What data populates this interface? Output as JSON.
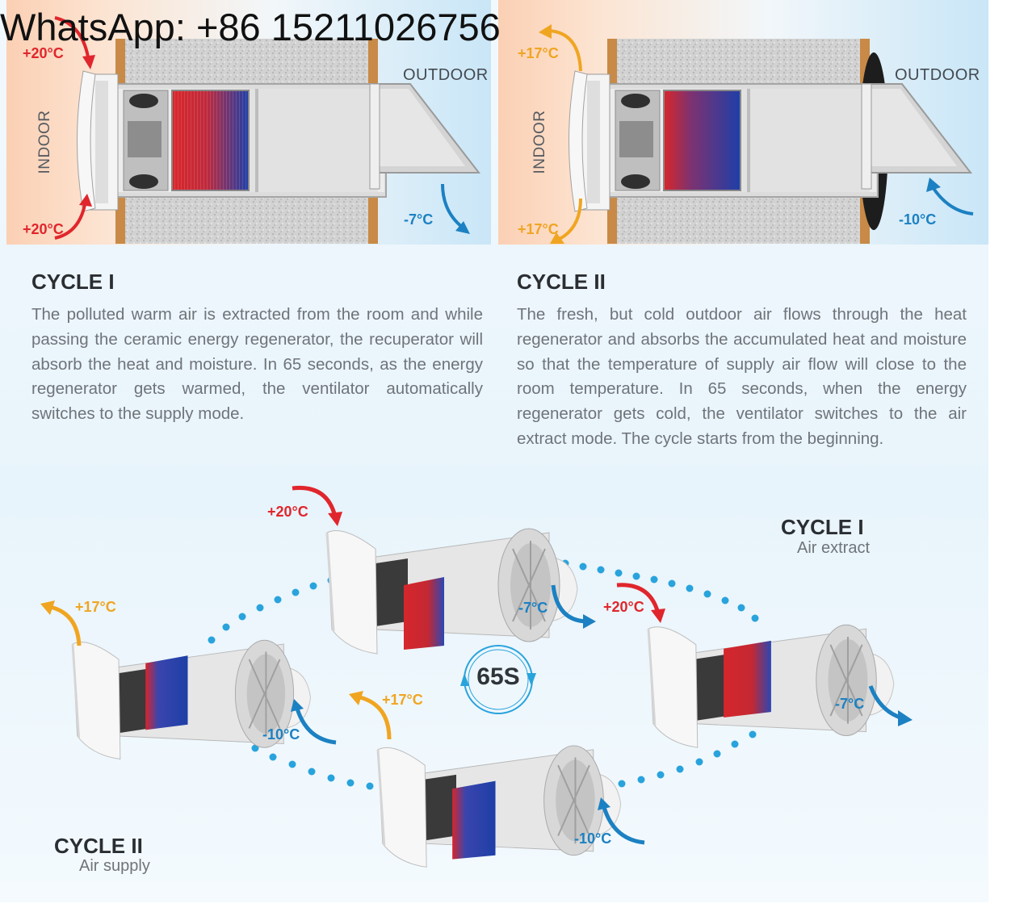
{
  "watermark": "WhatsApp: +86 15211026756",
  "cycle1": {
    "title": "CYCLE I",
    "indoor": "INDOOR",
    "outdoor": "OUTDOOR",
    "temp_in_top": "+20°C",
    "temp_in_bottom": "+20°C",
    "temp_out": "-7°C",
    "description": "The polluted warm air is extracted from the room and while passing the ceramic energy regenerator, the recuperator will absorb the heat and moisture. In 65 seconds, as the energy regenerator gets warmed, the ventilator automatically switches to the supply mode."
  },
  "cycle2": {
    "title": "CYCLE II",
    "indoor": "INDOOR",
    "outdoor": "OUTDOOR",
    "temp_in_top": "+17°C",
    "temp_in_bottom": "+17°C",
    "temp_out": "-10°C",
    "description": "The fresh, but cold outdoor air flows through the heat regenerator and absorbs the accumulated heat and moisture so that the temperature of supply air flow will close to the room temperature. In 65 seconds, when the energy regenerator gets cold, the ventilator switches to the air extract mode. The cycle starts from the beginning."
  },
  "loop": {
    "timer": "65S",
    "extract_title": "CYCLE I",
    "extract_sub": "Air extract",
    "supply_title": "CYCLE II",
    "supply_sub": "Air supply",
    "unit_top": {
      "temp_in": "+20°C",
      "temp_out": "-7°C"
    },
    "unit_right": {
      "temp_in": "+20°C",
      "temp_out": "-7°C"
    },
    "unit_left": {
      "temp_in": "+17°C",
      "temp_out": "-10°C"
    },
    "unit_bottom": {
      "temp_in": "+17°C",
      "temp_out": "-10°C"
    }
  },
  "colors": {
    "warm": "#e0262c",
    "supply": "#f0a521",
    "cold": "#1c81c2",
    "dots": "#29a3dc"
  }
}
